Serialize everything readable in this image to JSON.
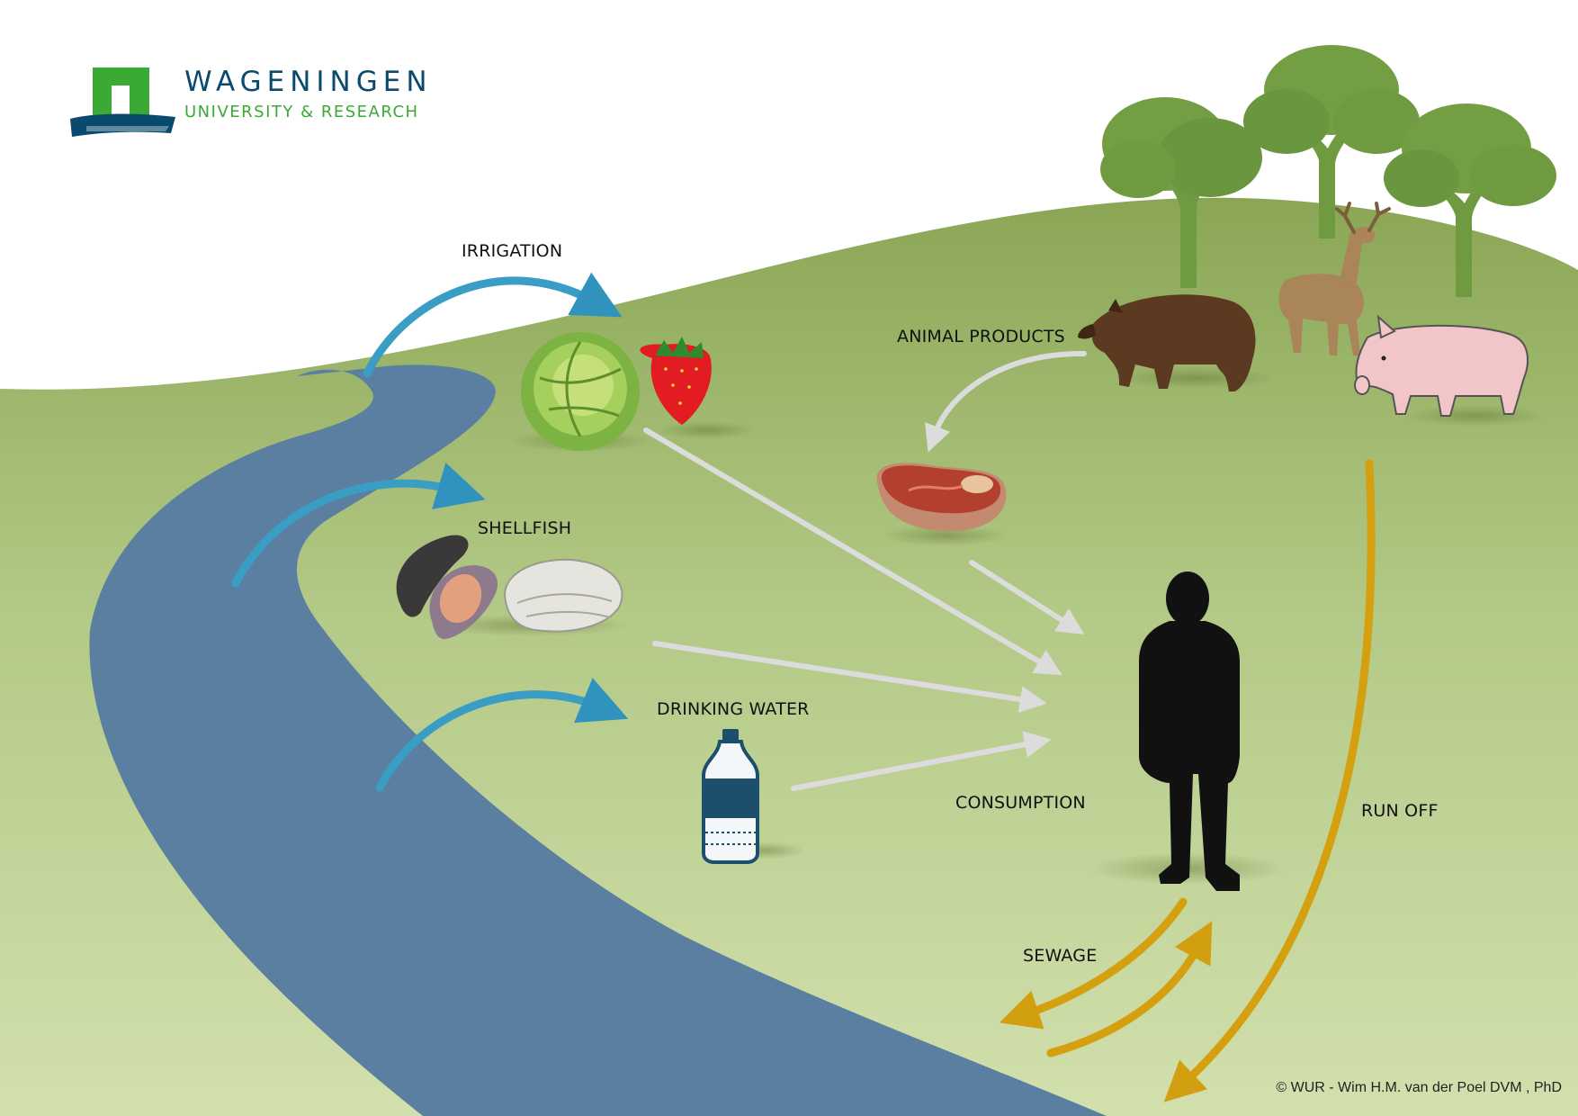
{
  "logo": {
    "name": "WAGENINGEN",
    "subtitle": "UNIVERSITY & RESEARCH",
    "green": "#3aaa35",
    "blue": "#0a4a6e"
  },
  "labels": {
    "irrigation": "IRRIGATION",
    "shellfish": "SHELLFISH",
    "drinking_water": "DRINKING WATER",
    "animal_products": "ANIMAL PRODUCTS",
    "consumption": "CONSUMPTION",
    "run_off": "RUN OFF",
    "sewage": "SEWAGE"
  },
  "copyright": "© WUR - Wim H.M. van der Poel DVM , PhD",
  "colors": {
    "river": "#5b7fa0",
    "hill": "#8fab5a",
    "grass_light": "#cddca6",
    "water_arrow": "#3a9ec4",
    "food_arrow": "#d9d9d9",
    "runoff_arrow": "#d4a010",
    "tree": "#6f9a40"
  }
}
